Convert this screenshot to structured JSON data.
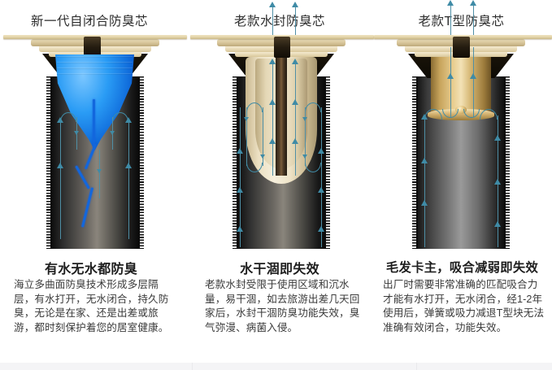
{
  "columns": [
    {
      "id": "new-self-closing-core",
      "title": "新一代自闭合防臭芯",
      "heading": "有水无水都防臭",
      "body": "海立多曲面防臭技术形成多层隔层，有水打开，无水闭合，持久防臭，无论是在家、还是出差或旅游，都时刻保护着您的居室健康。",
      "diagram": {
        "name": "self-closing-silicone-drain-core",
        "flange_color": "#e6d7ad",
        "core_color": "#1a8cf0",
        "pipe_color": "#6e6a64",
        "arrow_color": "#3f8ba6",
        "arrow_behavior": "blocked-return"
      }
    },
    {
      "id": "old-water-seal-core",
      "title": "老款水封防臭芯",
      "heading": "水干涸即失效",
      "body": "老款水封受限于使用区域和沉水量，易干涸，如去旅游出差几天回家后，水封干涸防臭功能失效，臭气弥漫、病菌入侵。",
      "diagram": {
        "name": "water-seal-drain-core",
        "flange_color": "#e6d7ad",
        "core_color": "#f2e9d2",
        "pipe_color": "#7b7b7b",
        "arrow_color": "#3f8ba6",
        "arrow_behavior": "escaping-upward"
      }
    },
    {
      "id": "old-t-type-core",
      "title": "老款T型防臭芯",
      "heading": "毛发卡主，吸合减弱即失效",
      "body": "出厂时需要非常准确的匹配吸合力才能有水打开，无水闭合，经1-2年使用后，弹簧或吸力减退T型块无法准确有效闭合，功能失效。",
      "diagram": {
        "name": "t-type-drain-core",
        "flange_color": "#e6d7ad",
        "core_color": "#e9cf92",
        "pipe_color": "#9a9a9a",
        "arrow_color": "#3f8ba6",
        "arrow_behavior": "escaping-upward"
      }
    }
  ],
  "page": {
    "background": "#ffffff",
    "footer_band_color": "#f4f4f6"
  }
}
